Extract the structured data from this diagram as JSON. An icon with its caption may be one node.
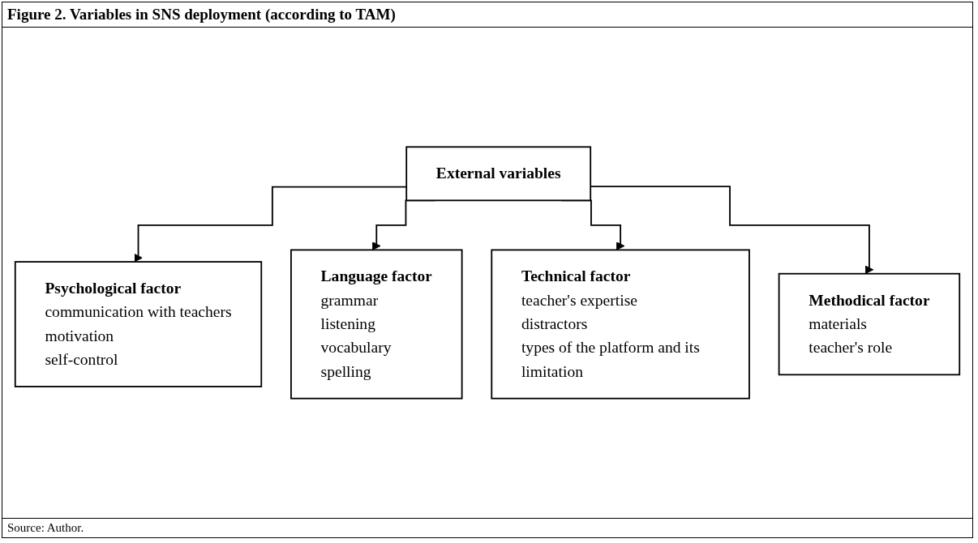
{
  "diagram": {
    "title": "Figure 2. Variables in SNS deployment (according to TAM)",
    "caption": "Source: Author.",
    "nodes": [
      {
        "text": [
          "External variables"
        ]
      },
      {
        "text": [
          "Psychological factor",
          "communication with teachers",
          "motivation",
          "self-control"
        ]
      },
      {
        "text": [
          "Language factor",
          "grammar",
          "listening",
          "vocabulary",
          "spelling"
        ]
      },
      {
        "text": [
          "Technical factor",
          "teacher's expertise",
          "distractors",
          "types of the platform and its limitation"
        ]
      },
      {
        "text": [
          "Methodical factor",
          "materials",
          "teacher's role"
        ]
      }
    ],
    "edges": [
      {
        "from": 0,
        "to": 1,
        "arrow": "to"
      },
      {
        "from": 0,
        "to": 2,
        "arrow": "to"
      },
      {
        "from": 0,
        "to": 3,
        "arrow": "to"
      },
      {
        "from": 0,
        "to": 4,
        "arrow": "to"
      }
    ]
  }
}
